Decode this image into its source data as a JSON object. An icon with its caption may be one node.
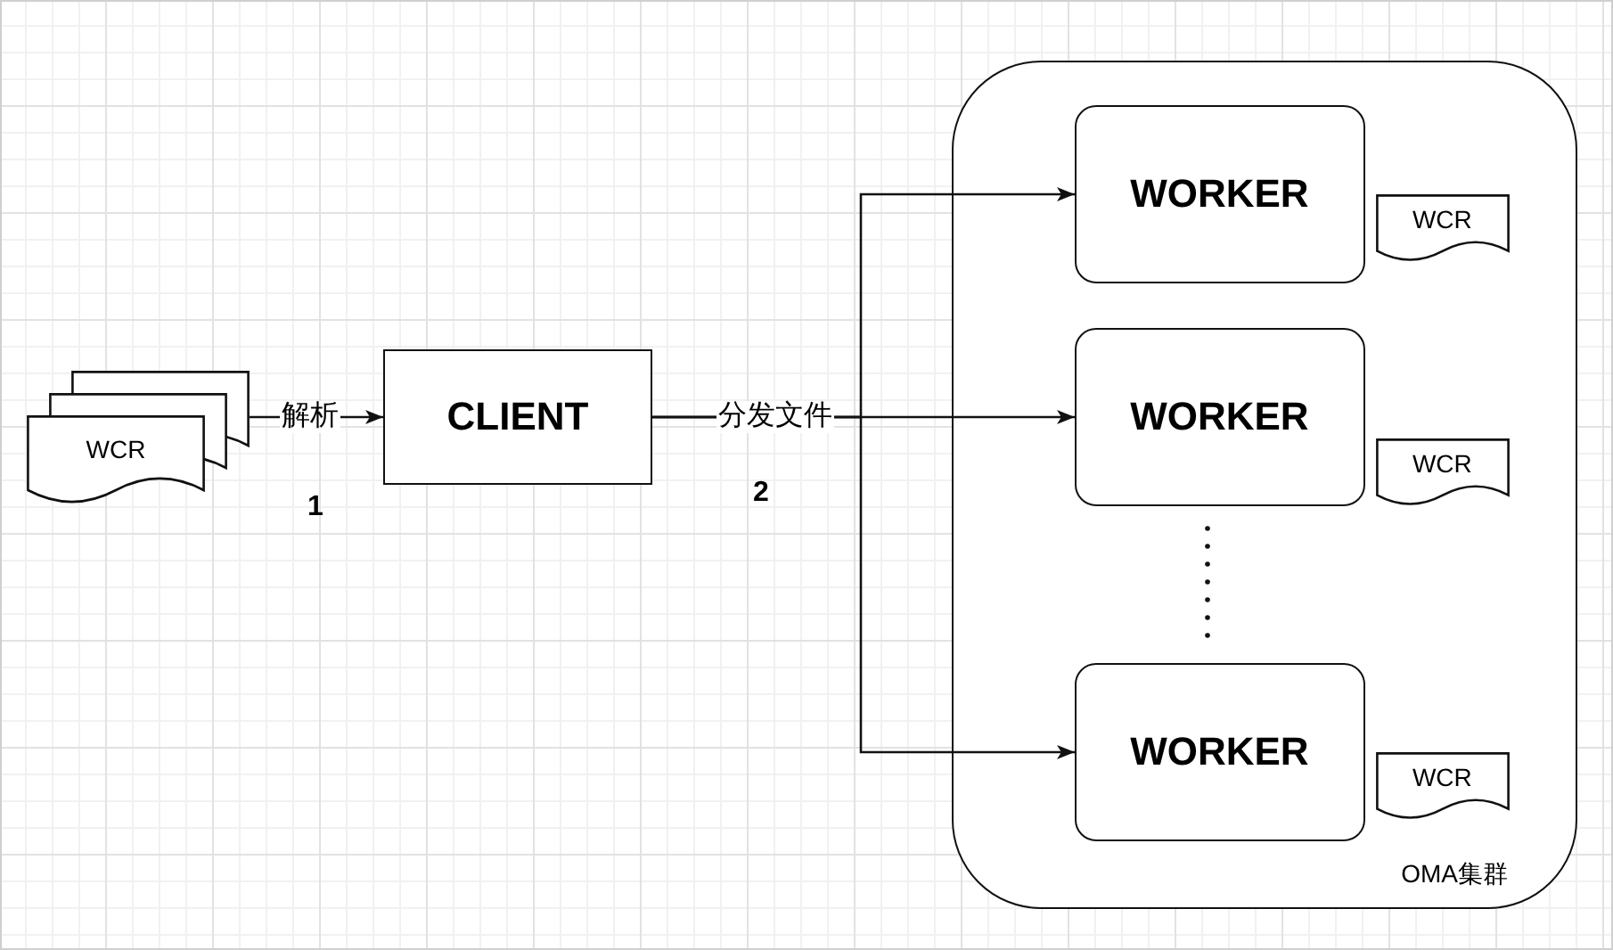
{
  "diagram": {
    "nodes": [
      {
        "text": [
          "WCR"
        ]
      },
      {
        "text": [
          "CLIENT"
        ]
      },
      {
        "text": [
          "OMA集群"
        ]
      },
      {
        "text": [
          "WORKER"
        ],
        "in": 2
      },
      {
        "text": [
          "WCR"
        ],
        "in": 2
      },
      {
        "text": [
          "WORKER"
        ],
        "in": 2
      },
      {
        "text": [
          "WCR"
        ],
        "in": 2
      },
      {
        "text": [
          "WORKER"
        ],
        "in": 2
      },
      {
        "text": [
          "WCR"
        ],
        "in": 2
      }
    ],
    "edges": [
      {
        "from": 0,
        "to": 1,
        "arrow": "to",
        "label": "解析"
      },
      {
        "from": 1,
        "to": 3,
        "arrow": "to"
      },
      {
        "from": 1,
        "to": 5,
        "arrow": "to",
        "label": "分发文件"
      },
      {
        "from": 1,
        "to": 7,
        "arrow": "to"
      }
    ],
    "labels": [
      "1",
      "2"
    ]
  }
}
